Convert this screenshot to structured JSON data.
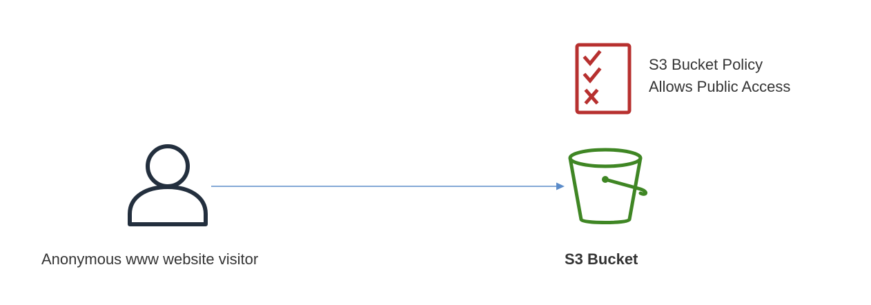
{
  "visitor": {
    "label": "Anonymous www website visitor",
    "icon": "user-icon",
    "color": "#232F3E"
  },
  "connector": {
    "color": "#5A8BC9"
  },
  "policy": {
    "line1": "S3 Bucket Policy",
    "line2": "Allows Public Access",
    "icon": "policy-checklist-icon",
    "color": "#B7302F"
  },
  "bucket": {
    "label": "S3 Bucket",
    "icon": "s3-bucket-icon",
    "color": "#3F8624"
  }
}
